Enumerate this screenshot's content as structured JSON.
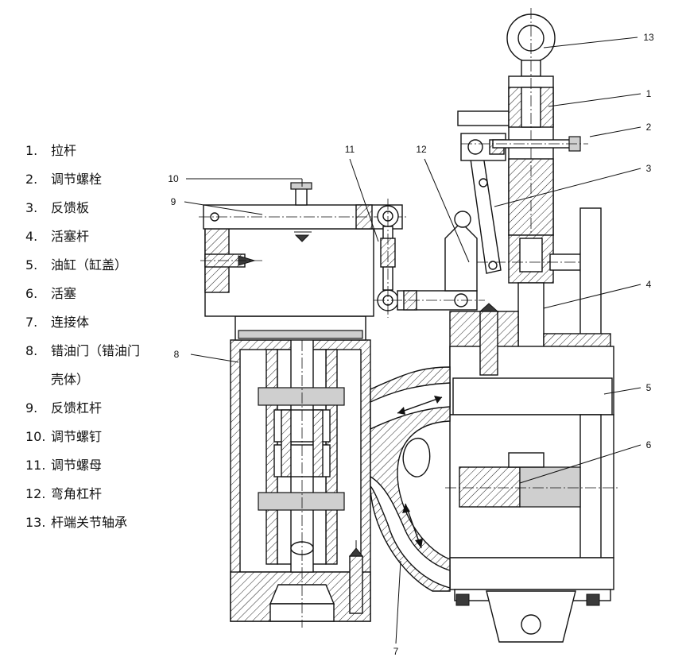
{
  "legend": [
    {
      "num": "1.",
      "text": "拉杆"
    },
    {
      "num": "2.",
      "text": "调节螺栓"
    },
    {
      "num": "3.",
      "text": "反馈板"
    },
    {
      "num": "4.",
      "text": "活塞杆"
    },
    {
      "num": "5.",
      "text": "油缸（缸盖）"
    },
    {
      "num": "6.",
      "text": "活塞"
    },
    {
      "num": "7.",
      "text": "连接体"
    },
    {
      "num": "8.",
      "text": "错油门（错油门",
      "cont": "壳体）"
    },
    {
      "num": "9.",
      "text": "反馈杠杆"
    },
    {
      "num": "10.",
      "text": "调节螺钉"
    },
    {
      "num": "11.",
      "text": "调节螺母"
    },
    {
      "num": "12.",
      "text": "弯角杠杆"
    },
    {
      "num": "13.",
      "text": "杆端关节轴承"
    }
  ],
  "callouts": {
    "c1": "1",
    "c2": "2",
    "c3": "3",
    "c4": "4",
    "c5": "5",
    "c6": "6",
    "c7": "7",
    "c8": "8",
    "c9": "9",
    "c10": "10",
    "c11": "11",
    "c12": "12",
    "c13": "13"
  }
}
